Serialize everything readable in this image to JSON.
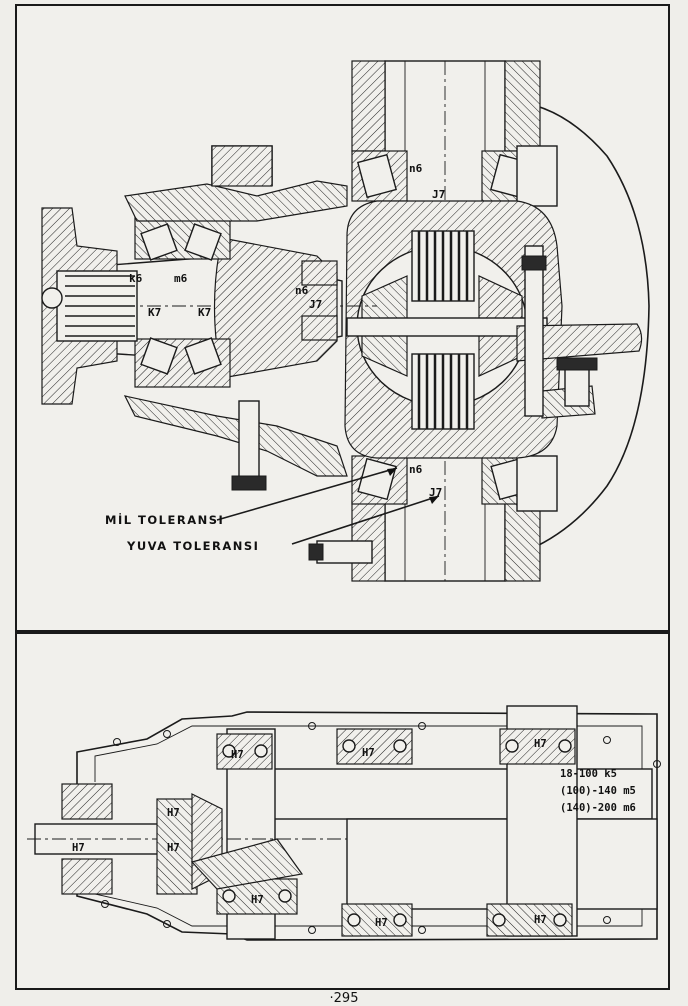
{
  "top_figure": {
    "labels": {
      "k6": "k6",
      "m6": "m6",
      "k7_left": "K7",
      "k7_right": "K7",
      "n6_pinion": "n6",
      "j7_pinion": "J7",
      "n6_top": "n6",
      "j7_top": "J7",
      "n6_bottom": "n6",
      "j7_bottom": "J7"
    },
    "callouts": {
      "shaft_tolerance": "MİL TOLERANSI",
      "housing_tolerance": "YUVA TOLERANSI"
    }
  },
  "bottom_figure": {
    "labels": {
      "h7_top_left": "H7",
      "h7_top_mid": "H7",
      "h7_top_right": "H7",
      "h7_input_upper": "H7",
      "h7_input_lower": "H7",
      "h7_input_shaft": "H7",
      "h7_bot_left": "H7",
      "h7_bot_mid": "H7",
      "h7_bot_right": "H7"
    },
    "tolerance_table": [
      "18-100  k5",
      "(100)-140  m5",
      "(140)-200  m6"
    ]
  },
  "page_number": "·295"
}
